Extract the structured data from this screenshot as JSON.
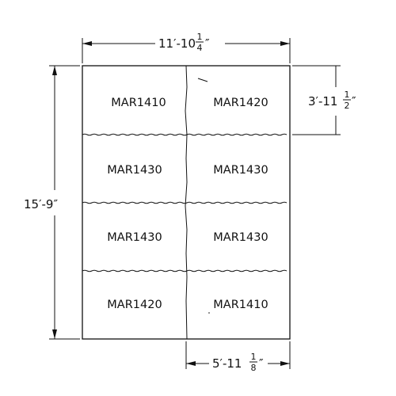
{
  "dimensions": {
    "top_width": {
      "whole": "11′-10",
      "num": "1",
      "den": "4",
      "suffix": "″"
    },
    "left_height": {
      "text": "15′-9″"
    },
    "right_panel_height": {
      "whole": "3′-11",
      "num": "1",
      "den": "2",
      "suffix": "″"
    },
    "bottom_width": {
      "whole": "5′-11",
      "num": "1",
      "den": "8",
      "suffix": "″"
    }
  },
  "panels": {
    "row1": {
      "left": "MAR1410",
      "right": "MAR1420"
    },
    "row2": {
      "left": "MAR1430",
      "right": "MAR1430"
    },
    "row3": {
      "left": "MAR1430",
      "right": "MAR1430"
    },
    "row4": {
      "left": "MAR1420",
      "right": "MAR1410"
    }
  }
}
